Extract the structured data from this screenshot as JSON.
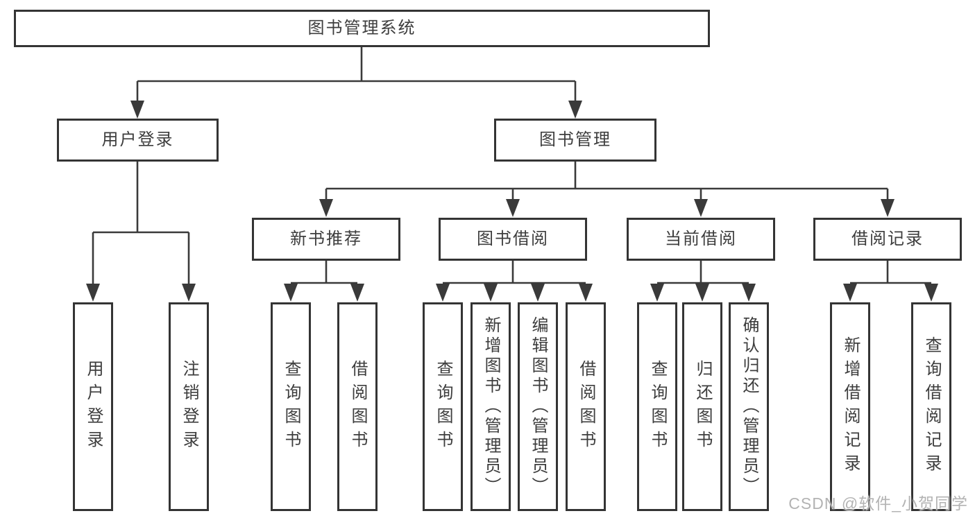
{
  "diagram": {
    "type": "tree",
    "root": {
      "label": "图书管理系统",
      "children": [
        {
          "label": "用户登录",
          "children": [
            {
              "label": "用户登录"
            },
            {
              "label": "注销登录"
            }
          ]
        },
        {
          "label": "图书管理",
          "children": [
            {
              "label": "新书推荐",
              "children": [
                {
                  "label": "查询图书"
                },
                {
                  "label": "借阅图书"
                }
              ]
            },
            {
              "label": "图书借阅",
              "children": [
                {
                  "label": "查询图书"
                },
                {
                  "label": "新增图书（管理员）"
                },
                {
                  "label": "编辑图书（管理员）"
                },
                {
                  "label": "借阅图书"
                }
              ]
            },
            {
              "label": "当前借阅",
              "children": [
                {
                  "label": "查询图书"
                },
                {
                  "label": "归还图书"
                },
                {
                  "label": "确认归还（管理员）"
                }
              ]
            },
            {
              "label": "借阅记录",
              "children": [
                {
                  "label": "新增借阅记录"
                },
                {
                  "label": "查询借阅记录"
                }
              ]
            }
          ]
        }
      ]
    }
  },
  "watermark": {
    "text": "CSDN @软件_小贺同学"
  },
  "colors": {
    "line": "#3a3a3a",
    "box_border": "#343434",
    "text": "#3d3d3d",
    "watermark": "#b3b3b3",
    "background": "#ffffff"
  }
}
